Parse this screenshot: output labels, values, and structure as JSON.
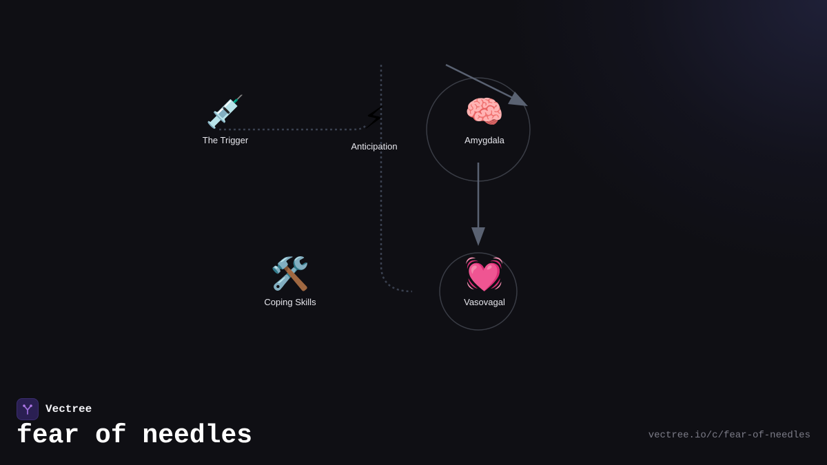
{
  "brand": {
    "name": "Vectree",
    "logo_icon": "vectree-tree-icon"
  },
  "title": "fear of needles",
  "url": "vectree.io/c/fear-of-needles",
  "nodes": [
    {
      "id": "trigger",
      "label": "The Trigger",
      "icon": "💉",
      "icon_name": "syringe-icon"
    },
    {
      "id": "anticipation",
      "label": "Anticipation",
      "icon": "⚡",
      "icon_name": "lightning-icon"
    },
    {
      "id": "amygdala",
      "label": "Amygdala",
      "icon": "🧠",
      "icon_name": "brain-icon"
    },
    {
      "id": "coping",
      "label": "Coping Skills",
      "icon": "🛠️",
      "icon_name": "tools-icon"
    },
    {
      "id": "vasovagal",
      "label": "Vasovagal",
      "icon": "💓",
      "icon_name": "beating-heart-icon"
    }
  ],
  "edges": [
    {
      "from": "trigger",
      "to": "anticipation",
      "style": "dotted"
    },
    {
      "from": "anticipation",
      "to": "vasovagal",
      "style": "dotted"
    },
    {
      "from": "anticipation",
      "to": "amygdala",
      "style": "arrow"
    },
    {
      "from": "amygdala",
      "to": "vasovagal",
      "style": "arrow"
    }
  ],
  "colors": {
    "background": "#0f0f14",
    "arrow": "#5a6272",
    "dotted": "#3a4150",
    "ring": "#3a3d46",
    "label": "#e6e6ec",
    "url": "#7c7c88",
    "logo": "#2a1f52"
  }
}
